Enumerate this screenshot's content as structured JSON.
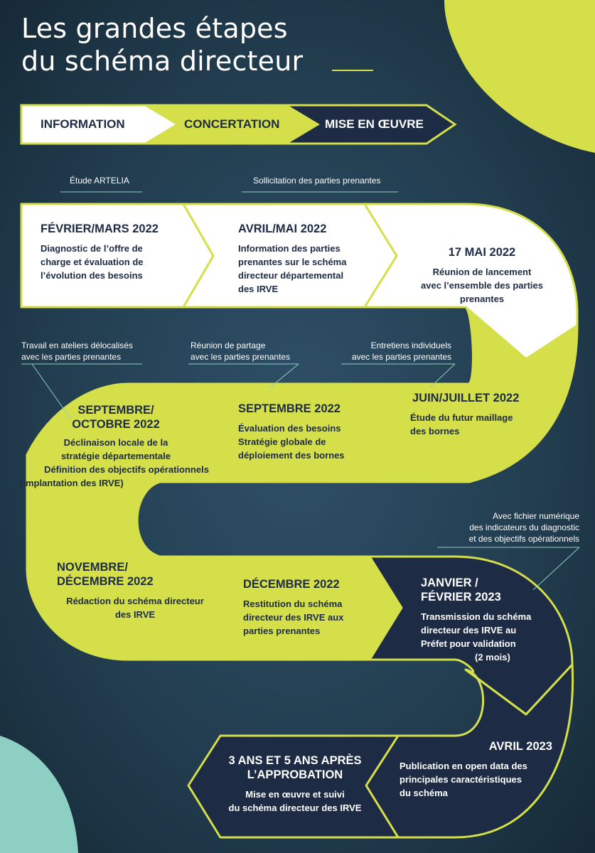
{
  "title": {
    "line1": "Les grandes étapes",
    "line2": "du schéma directeur"
  },
  "phases": [
    {
      "label": "INFORMATION"
    },
    {
      "label": "CONCERTATION"
    },
    {
      "label": "MISE EN ŒUVRE"
    }
  ],
  "notes": {
    "artelia": "Étude ARTELIA",
    "sollicitation": "Sollicitation des parties prenantes",
    "ateliers": [
      "Travail en ateliers délocalisés",
      "avec les parties prenantes"
    ],
    "partage": [
      "Réunion de partage",
      "avec les parties prenantes"
    ],
    "entretiens": [
      "Entretiens individuels",
      "avec les parties prenantes"
    ],
    "fichier": [
      "Avec fichier numérique",
      "des indicateurs du diagnostic",
      "et des objectifs opérationnels"
    ]
  },
  "steps": [
    {
      "date": [
        "FÉVRIER/MARS 2022"
      ],
      "text": [
        "Diagnostic de l’offre de",
        "charge et évaluation de",
        "l’évolution des besoins"
      ]
    },
    {
      "date": [
        "AVRIL/MAI 2022"
      ],
      "text": [
        "Information des parties",
        "prenantes sur le schéma",
        "directeur départemental",
        "des IRVE"
      ]
    },
    {
      "date": [
        "17 MAI 2022"
      ],
      "text": [
        "Réunion de lancement",
        "avec l’ensemble des parties",
        "prenantes"
      ]
    },
    {
      "date": [
        "JUIN/JUILLET 2022"
      ],
      "text": [
        "Étude du futur maillage",
        "des bornes"
      ]
    },
    {
      "date": [
        "SEPTEMBRE 2022"
      ],
      "text": [
        "Évaluation des besoins",
        "Stratégie globale de",
        "déploiement des bornes"
      ]
    },
    {
      "date": [
        "SEPTEMBRE/",
        "OCTOBRE 2022"
      ],
      "text": [
        "Déclinaison locale de la",
        "stratégie départementale",
        "Définition des objectifs opérationnels",
        "(implantation des IRVE)"
      ]
    },
    {
      "date": [
        "NOVEMBRE/",
        "DÉCEMBRE 2022"
      ],
      "text": [
        "Rédaction du schéma directeur",
        "des IRVE"
      ]
    },
    {
      "date": [
        "DÉCEMBRE 2022"
      ],
      "text": [
        "Restitution du schéma",
        "directeur des IRVE aux",
        "parties prenantes"
      ]
    },
    {
      "date": [
        "JANVIER /",
        "FÉVRIER 2023"
      ],
      "text": [
        "Transmission du schéma",
        "directeur des IRVE au",
        "Préfet pour validation",
        "(2 mois)"
      ]
    },
    {
      "date": [
        "AVRIL 2023"
      ],
      "text": [
        "Publication en open data des",
        "principales caractéristiques",
        "du schéma"
      ]
    },
    {
      "date": [
        "3 ANS ET 5 ANS APRÈS",
        "L’APPROBATION"
      ],
      "text": [
        "Mise en œuvre et suivi",
        "du schéma directeur des IRVE"
      ]
    }
  ],
  "colors": {
    "lime": "#d4df4a",
    "navy": "#1d2b45",
    "white": "#ffffff",
    "teal": "#8ecfc4",
    "bg_dark": "#1c3342"
  }
}
